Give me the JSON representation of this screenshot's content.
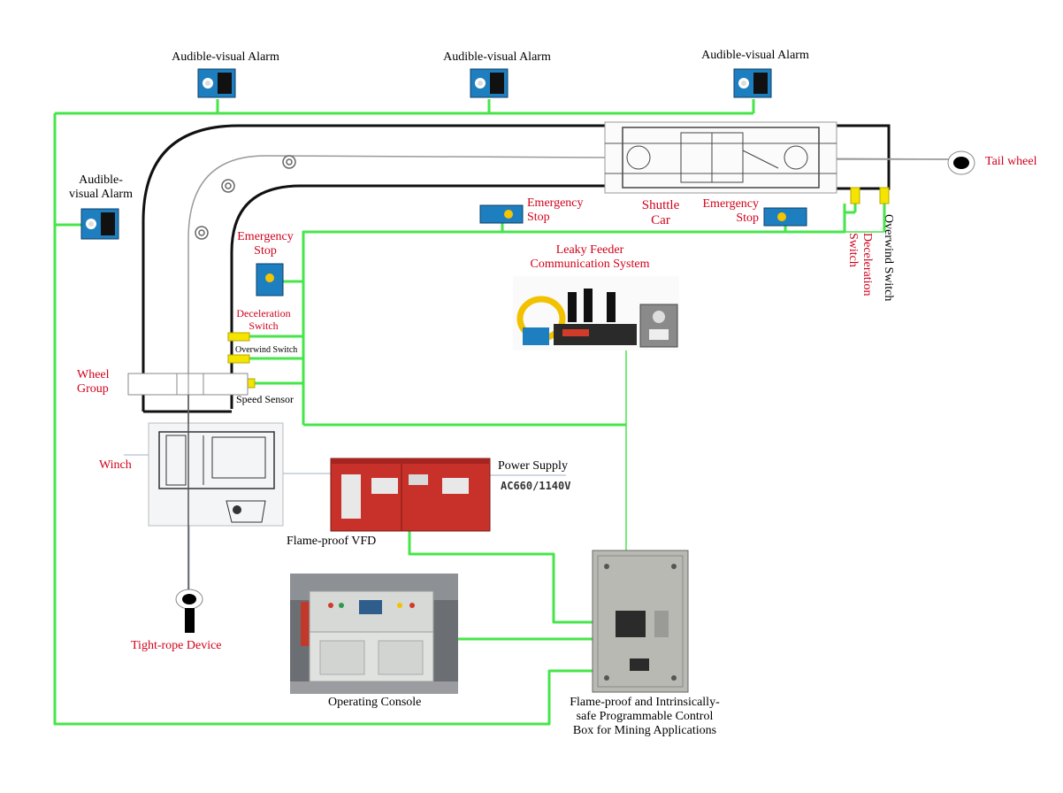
{
  "colors": {
    "wire_green": "#46e64a",
    "label_red": "#d0021b",
    "switch_yellow": "#f5e400",
    "device_blue": "#1e7fc0",
    "vfd_red": "#c8302a",
    "cabinet_gray": "#b9b9b4"
  },
  "labels": {
    "alarm_1": "Audible-visual Alarm",
    "alarm_2": "Audible-visual Alarm",
    "alarm_3": "Audible-visual Alarm",
    "alarm_left_line1": "Audible-",
    "alarm_left_line2": "visual Alarm",
    "tail_wheel": "Tail wheel",
    "shuttle_car_line1": "Shuttle",
    "shuttle_car_line2": "Car",
    "estop_top_a_line1": "Emergency",
    "estop_top_a_line2": "Stop",
    "estop_top_b_line1": "Emergency",
    "estop_top_b_line2": "Stop",
    "estop_left_line1": "Emergency",
    "estop_left_line2": "Stop",
    "overwind_switch_right": "Overwind Switch",
    "decel_switch_right_line1": "Deceleration",
    "decel_switch_right_line2": "Switch",
    "leaky_feeder_line1": "Leaky Feeder",
    "leaky_feeder_line2": "Communication System",
    "decel_switch_left_line1": "Deceleration",
    "decel_switch_left_line2": "Switch",
    "overwind_switch_left": "Overwind Switch",
    "speed_sensor": "Speed Sensor",
    "wheel_group_line1": "Wheel",
    "wheel_group_line2": "Group",
    "winch": "Winch",
    "power_supply": "Power Supply",
    "power_voltage": "AC660/1140V",
    "flameproof_vfd": "Flame-proof VFD",
    "tight_rope": "Tight-rope Device",
    "operating_console": "Operating Console",
    "control_box_line1": "Flame-proof and Intrinsically-",
    "control_box_line2": "safe Programmable Control",
    "control_box_line3": "Box for Mining Applications"
  }
}
